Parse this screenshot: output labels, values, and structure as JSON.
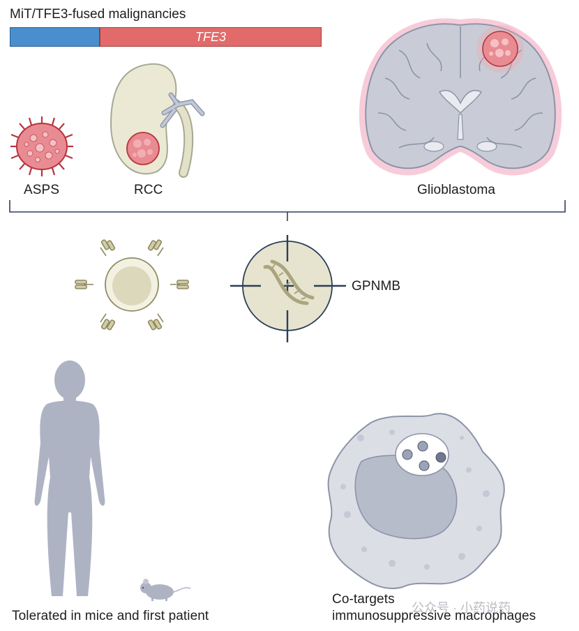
{
  "figure": {
    "title": "MiT/TFE3-fused malignancies",
    "fusion_bar": {
      "partner_label": "",
      "gene_label": "TFE3"
    },
    "cancers": [
      {
        "label": "ASPS"
      },
      {
        "label": "RCC"
      },
      {
        "label": "Glioblastoma"
      }
    ],
    "target_label": "GPNMB",
    "outcomes": {
      "tolerated": "Tolerated in mice and first patient",
      "cotargets_line1": "Co-targets",
      "cotargets_line2": "immunosuppressive macrophages"
    },
    "watermark": "公众号 · 小药说药"
  },
  "colors": {
    "fusion_blue": "#4a8fcd",
    "fusion_red": "#e26a6a",
    "tumor_pink": "#e98b92",
    "brain_gray": "#c9ccd6",
    "cell_cream": "#e6e4cf",
    "bracket_line": "#2c3e58"
  }
}
